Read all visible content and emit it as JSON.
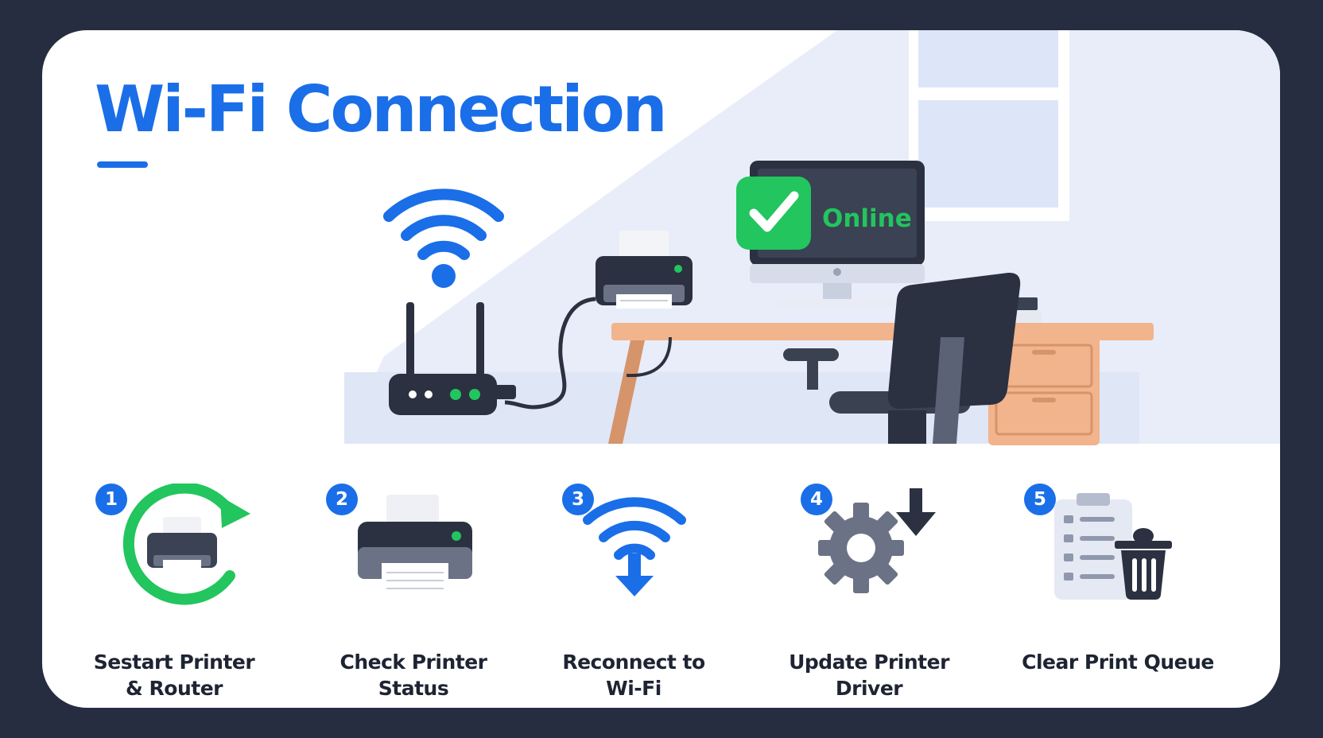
{
  "header": {
    "title": "Wi-Fi Connection"
  },
  "scene": {
    "status_label": "Online"
  },
  "steps": [
    {
      "number": "1",
      "label_line1": "Sestart Printer",
      "label_line2": "& Router",
      "icon": "restart-printer-icon"
    },
    {
      "number": "2",
      "label_line1": "Check Printer",
      "label_line2": "Status",
      "icon": "printer-icon"
    },
    {
      "number": "3",
      "label_line1": "Reconnect to",
      "label_line2": "Wi-Fi",
      "icon": "wifi-reconnect-icon"
    },
    {
      "number": "4",
      "label_line1": "Update Printer",
      "label_line2": "Driver",
      "icon": "gear-download-icon"
    },
    {
      "number": "5",
      "label_line1": "Clear Print Queue",
      "label_line2": "",
      "icon": "clipboard-trash-icon"
    }
  ],
  "colors": {
    "accent": "#1a6ee8",
    "success": "#22c55e",
    "frame": "#262d40",
    "dark": "#2b3140",
    "desk": "#f2b48c"
  }
}
